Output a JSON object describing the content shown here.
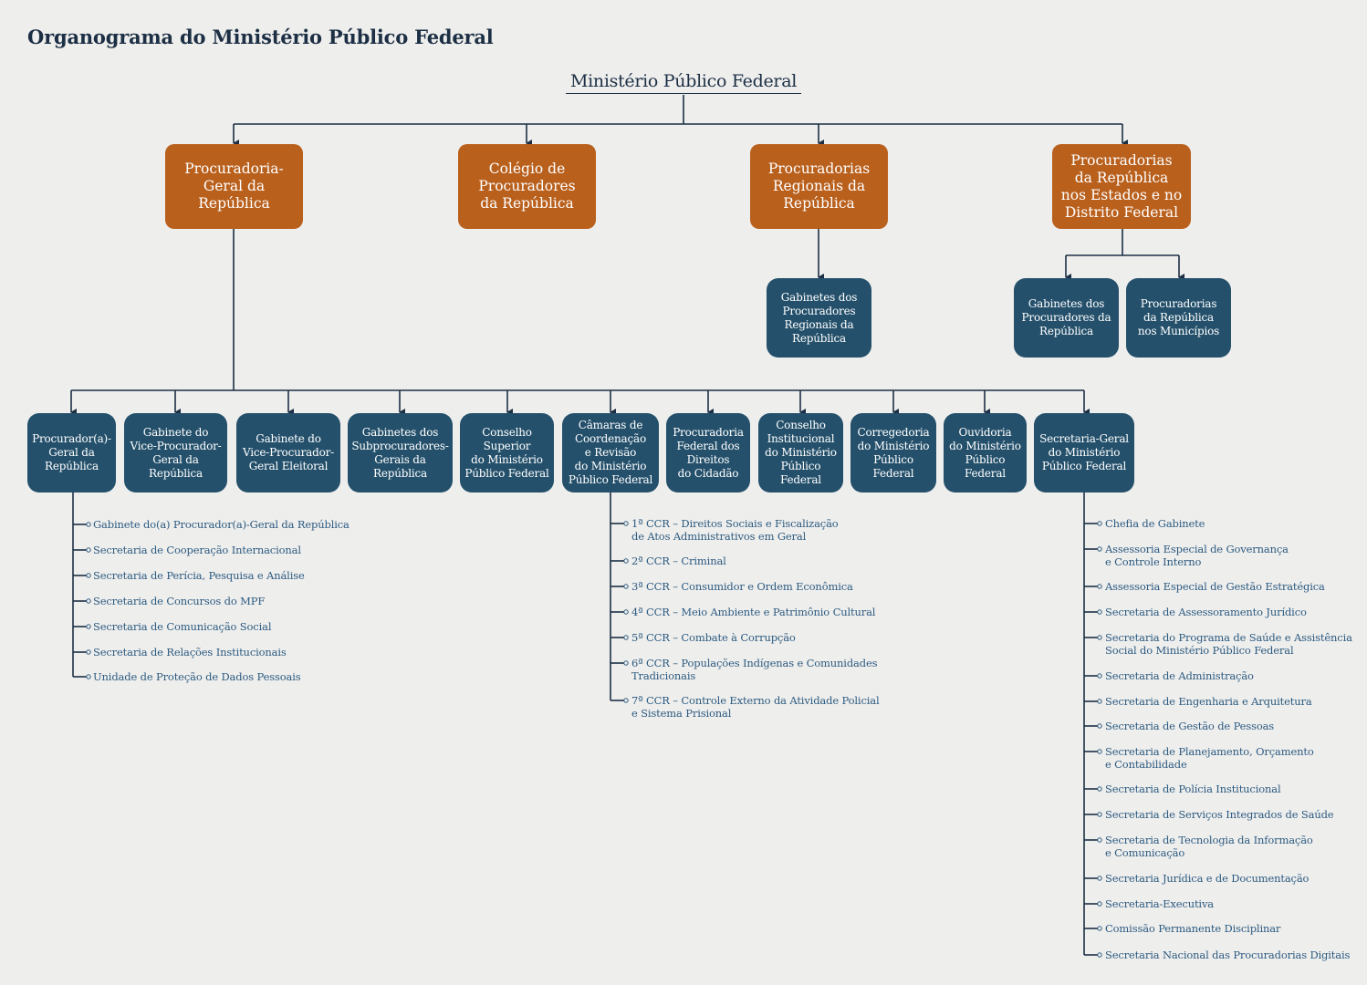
{
  "page_title": "Organograma do Ministério Público Federal",
  "root": "Ministério Público Federal",
  "top_units": [
    "Procuradoria-\nGeral da\nRepública",
    "Colégio de\nProcuradores\nda República",
    "Procuradorias\nRegionais da\nRepública",
    "Procuradorias\nda República\nnos Estados e no\nDistrito Federal"
  ],
  "regional_sub": [
    "Gabinetes dos\nProcuradores\nRegionais da\nRepública"
  ],
  "state_sub": [
    "Gabinetes dos\nProcuradores da\nRepública",
    "Procuradorias\nda República\nnos Municípios"
  ],
  "pgr_units": [
    "Procurador(a)-\nGeral da\nRepública",
    "Gabinete do\nVice-Procurador-\nGeral da\nRepública",
    "Gabinete do\nVice-Procurador-\nGeral Eleitoral",
    "Gabinetes dos\nSubprocuradores-\nGerais da\nRepública",
    "Conselho\nSuperior\ndo Ministério\nPúblico Federal",
    "Câmaras de\nCoordenação\ne Revisão\ndo Ministério\nPúblico Federal",
    "Procuradoria\nFederal dos\nDireitos\ndo Cidadão",
    "Conselho\nInstitucional\ndo Ministério\nPúblico\nFederal",
    "Corregedoria\ndo Ministério\nPúblico\nFederal",
    "Ouvidoria\ndo Ministério\nPúblico\nFederal",
    "Secretaria-Geral\ndo Ministério\nPúblico Federal"
  ],
  "pgr_items": [
    "Gabinete  do(a) Procurador(a)-Geral da República",
    "Secretaria de Cooperação Internacional",
    "Secretaria de Perícia, Pesquisa e Análise",
    "Secretaria de Concursos do MPF",
    "Secretaria de Comunicação Social",
    "Secretaria de Relações Institucionais",
    "Unidade de Proteção de Dados Pessoais"
  ],
  "ccr_items": [
    "1ª CCR – Direitos Sociais e Fiscalização\nde Atos Administrativos em Geral",
    "2ª CCR – Criminal",
    "3ª CCR – Consumidor e Ordem Econômica",
    "4ª CCR – Meio Ambiente e Patrimônio Cultural",
    "5ª CCR – Combate à Corrupção",
    "6ª CCR – Populações Indígenas e Comunidades\nTradicionais",
    "7ª CCR – Controle Externo da Atividade Policial\ne Sistema Prisional"
  ],
  "sg_items": [
    "Chefia de Gabinete",
    "Assessoria Especial de Governança\ne Controle Interno",
    "Assessoria Especial de Gestão Estratégica",
    "Secretaria de Assessoramento Jurídico",
    "Secretaria do Programa de Saúde e Assistência\nSocial do Ministério Público Federal",
    "Secretaria de Administração",
    "Secretaria de Engenharia e Arquitetura",
    "Secretaria de Gestão de Pessoas",
    "Secretaria de Planejamento, Orçamento\ne Contabilidade",
    "Secretaria de Polícia Institucional",
    "Secretaria de Serviços Integrados de Saúde",
    "Secretaria de Tecnologia da Informação\ne Comunicação",
    "Secretaria Jurídica e de Documentação",
    "Secretaria-Executiva",
    "Comissão Permanente Disciplinar",
    "Secretaria Nacional das Procuradorias Digitais"
  ],
  "colors": {
    "orange": "#b9601d",
    "blue": "#24506b",
    "line": "#1c2f44",
    "item_text": "#2d5b80"
  }
}
